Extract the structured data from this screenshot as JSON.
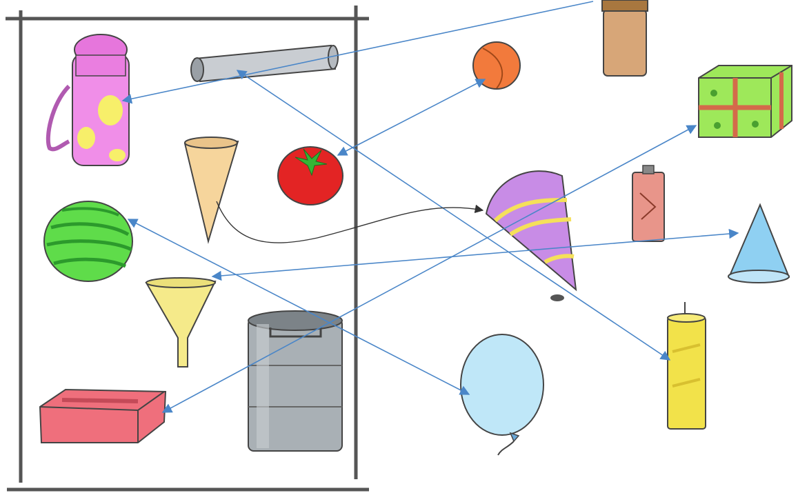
{
  "worksheet": {
    "left_panel_objects": [
      {
        "id": "flask",
        "icon": "thermos-flask-icon",
        "color": "#f08ee8"
      },
      {
        "id": "pipe",
        "icon": "pipe-icon",
        "color": "#c9cdd2"
      },
      {
        "id": "ice-cream-cone",
        "icon": "cone-icon",
        "color": "#f6d59c"
      },
      {
        "id": "tomato",
        "icon": "tomato-icon",
        "color": "#e32424"
      },
      {
        "id": "watermelon",
        "icon": "watermelon-icon",
        "color": "#5fdc4a"
      },
      {
        "id": "funnel",
        "icon": "funnel-icon",
        "color": "#f5ea8a"
      },
      {
        "id": "brick",
        "icon": "brick-icon",
        "color": "#ef6f7c"
      },
      {
        "id": "drum",
        "icon": "drum-icon",
        "color": "#a9b0b5"
      }
    ],
    "right_objects": [
      {
        "id": "ball",
        "icon": "ball-icon",
        "color": "#f27a3c"
      },
      {
        "id": "jar",
        "icon": "jar-icon",
        "color": "#d7a678"
      },
      {
        "id": "gift-box",
        "icon": "gift-box-icon",
        "color": "#9ee85a"
      },
      {
        "id": "party-hat",
        "icon": "party-hat-icon",
        "color": "#c88ce6"
      },
      {
        "id": "battery",
        "icon": "battery-icon",
        "color": "#e8958a"
      },
      {
        "id": "cone",
        "icon": "cone-shape-icon",
        "color": "#8fd0f2"
      },
      {
        "id": "balloon",
        "icon": "balloon-icon",
        "color": "#bfe7f8"
      },
      {
        "id": "candle",
        "icon": "candle-icon",
        "color": "#f2e24a"
      }
    ],
    "connections": [
      {
        "from": "jar",
        "to": "flask"
      },
      {
        "from": "pipe",
        "to": "candle"
      },
      {
        "from": "tomato",
        "to": "ball"
      },
      {
        "from": "ice-cream-cone",
        "to": "party-hat"
      },
      {
        "from": "brick",
        "to": "gift-box"
      },
      {
        "from": "cone",
        "to": "funnel"
      },
      {
        "from": "watermelon",
        "to": "balloon"
      }
    ],
    "arrow_color": "#4a86c8"
  }
}
